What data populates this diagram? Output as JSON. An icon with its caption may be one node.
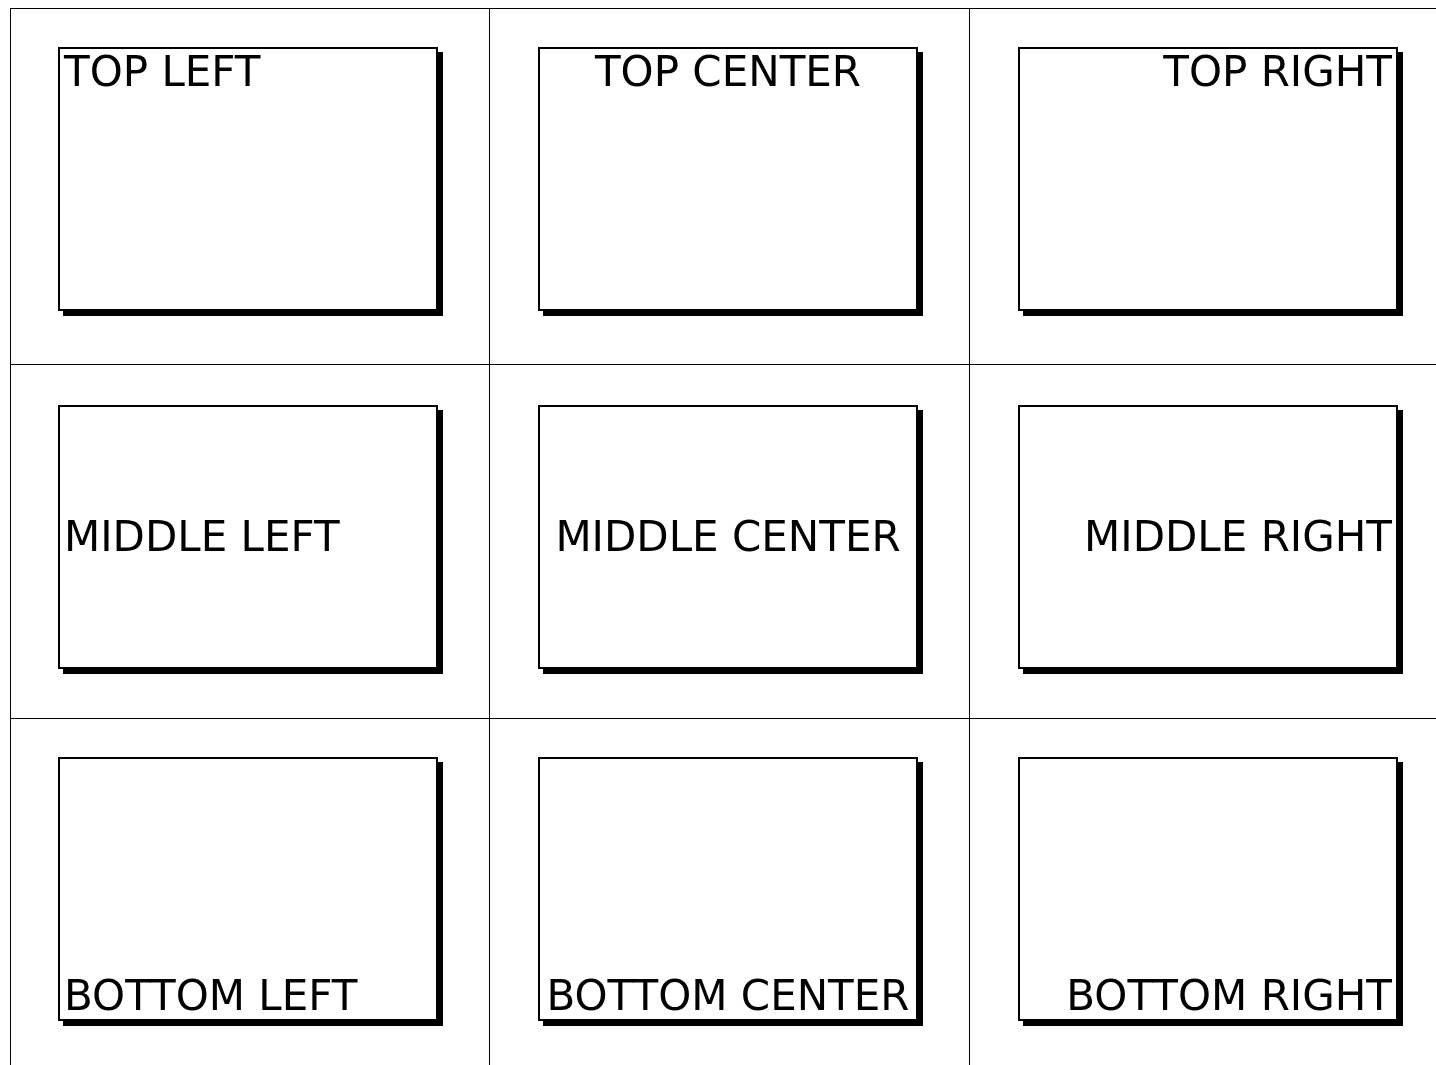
{
  "diagram": {
    "nodes": [
      {
        "text": [
          "TOP LEFT"
        ]
      },
      {
        "text": [
          "TOP CENTER"
        ]
      },
      {
        "text": [
          "TOP RIGHT"
        ]
      },
      {
        "text": [
          "MIDDLE LEFT"
        ]
      },
      {
        "text": [
          "MIDDLE CENTER"
        ]
      },
      {
        "text": [
          "MIDDLE RIGHT"
        ]
      },
      {
        "text": [
          "BOTTOM LEFT"
        ]
      },
      {
        "text": [
          "BOTTOM CENTER"
        ]
      },
      {
        "text": [
          "BOTTOM RIGHT"
        ]
      }
    ]
  }
}
